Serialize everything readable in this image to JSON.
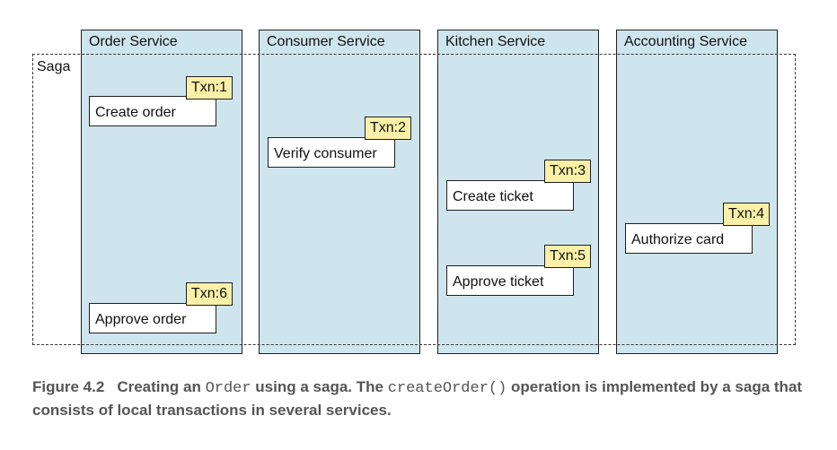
{
  "lanes": [
    {
      "title": "Order Service"
    },
    {
      "title": "Consumer Service"
    },
    {
      "title": "Kitchen Service"
    },
    {
      "title": "Accounting Service"
    }
  ],
  "saga_label": "Saga",
  "steps": {
    "create_order": {
      "label": "Create order",
      "txn": "Txn:1"
    },
    "verify_consumer": {
      "label": "Verify consumer",
      "txn": "Txn:2"
    },
    "create_ticket": {
      "label": "Create ticket",
      "txn": "Txn:3"
    },
    "authorize_card": {
      "label": "Authorize card",
      "txn": "Txn:4"
    },
    "approve_ticket": {
      "label": "Approve ticket",
      "txn": "Txn:5"
    },
    "approve_order": {
      "label": "Approve order",
      "txn": "Txn:6"
    }
  },
  "caption": {
    "figure": "Figure 4.2",
    "part1": "Creating an ",
    "code1": "Order",
    "part2": " using a saga. The ",
    "code2": "createOrder()",
    "part3": " operation is implemented by a saga that consists of local transactions in several services."
  },
  "colors": {
    "lane_fill": "#cfe5ee",
    "txn_fill": "#fbf0a8",
    "caption_text": "#555555"
  }
}
